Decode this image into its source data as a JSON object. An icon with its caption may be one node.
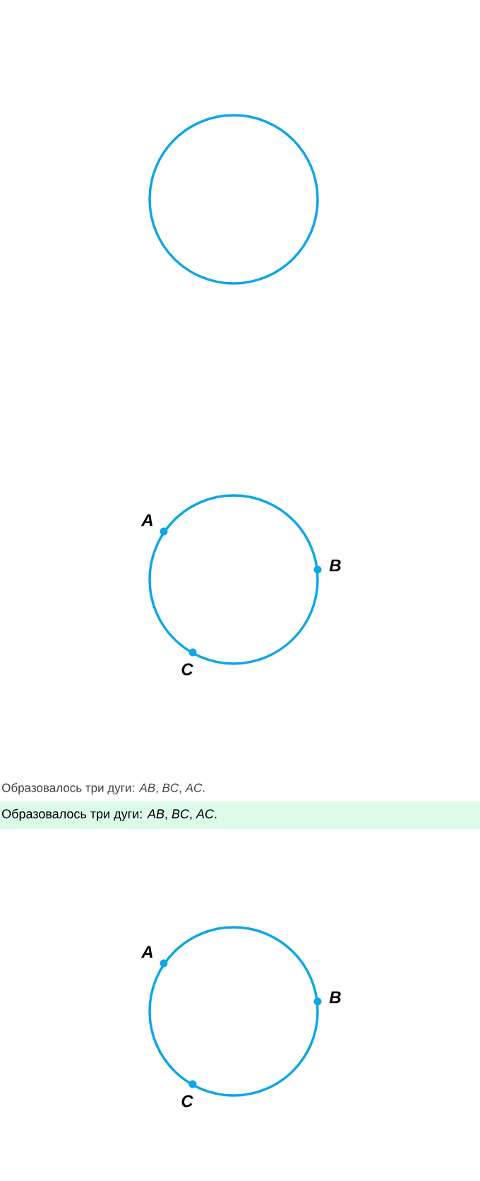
{
  "diagram": {
    "labels": [
      "A",
      "B",
      "C",
      "Образовалось три дуги: *AB*, *BC*, *AC*.",
      "Образовалось три дуги: *AB*, *BC*, *AC*.",
      "A",
      "B",
      "C"
    ]
  }
}
